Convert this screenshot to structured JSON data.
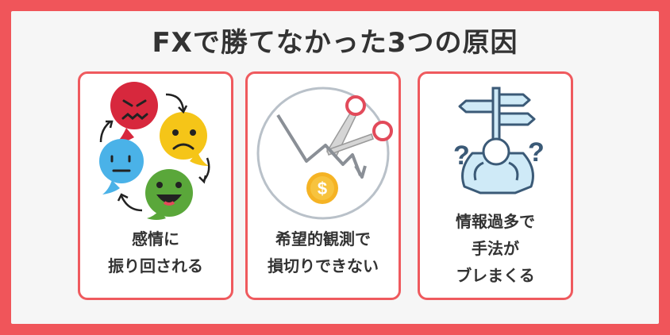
{
  "title": "FXで勝てなかった3つの原因",
  "cards": [
    {
      "lines": [
        "感情に",
        "振り回される"
      ]
    },
    {
      "lines": [
        "希望的観測で",
        "損切りできない"
      ]
    },
    {
      "lines": [
        "情報過多で",
        "手法が",
        "ブレまくる"
      ]
    }
  ],
  "colors": {
    "accent": "#f0555a",
    "card_border": "#ef5a5e",
    "text": "#333333"
  },
  "icons": [
    "emotion-faces-icon",
    "downtrend-scissors-coin-icon",
    "confused-signpost-icon"
  ]
}
